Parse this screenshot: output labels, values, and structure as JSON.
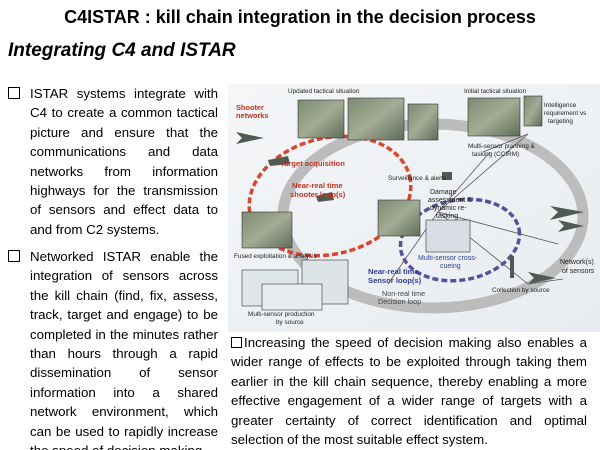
{
  "title": "C4ISTAR : kill chain integration in the decision process",
  "subtitle": "Integrating C4 and ISTAR",
  "bullets": [
    "ISTAR systems integrate with C4 to create a common tactical picture and ensure that the communications and data networks from information highways for the transmission of sensors and effect data to and from C2 systems.",
    "Networked ISTAR enable the integration of sensors across the kill chain (find, fix, assess, track, target and engage) to be completed in the minutes rather than hours through a rapid dissemination of sensor information into a shared network environment, which can be used to rapidly increase the speed of decision making"
  ],
  "bottom_text": "Increasing the speed of decision making also enables a wider range of effects to be exploited through taking them earlier in the kill chain sequence, thereby enabling a more effective engagement of a wider range of targets with a greater certainty of correct identification and optimal selection of the most suitable effect system.",
  "diagram": {
    "labels": {
      "updated": "Updated tactical situation",
      "initial": "Initial tactical situation",
      "shooter_networks_1": "Shooter",
      "shooter_networks_2": "networks",
      "intel_1": "Intelligence",
      "intel_2": "requirement vs",
      "intel_3": "targeting",
      "target_acq": "Target acquisition",
      "nrt_shooter_1": "Near-real time",
      "nrt_shooter_2": "shooter loop(s)",
      "multi_plan_1": "Multi-sensor planning &",
      "multi_plan_2": "tasking (CCIRM)",
      "surveillance": "Surveillance & alerts",
      "damage_1": "Damage",
      "damage_2": "assessment &",
      "damage_3": "dynamic re-",
      "damage_4": "tasking",
      "fused": "Fused exploitation & analysis",
      "cross_1": "Multi-sensor cross-",
      "cross_2": "cueing",
      "nrt_sensor_1": "Near-real time",
      "nrt_sensor_2": "Sensor loop(s)",
      "nonreal_1": "Non-real time",
      "nonreal_2": "Decision loop",
      "network_1": "Network(s)",
      "network_2": "of sensors",
      "collection": "Collection by source",
      "production_1": "Multi-sensor production",
      "production_2": "by source"
    },
    "colors": {
      "shooter_loop": "#d9462e",
      "sensor_loop": "#5a4f9b",
      "decision_loop": "#bcbcbc",
      "label_red": "#c0321f",
      "label_blue": "#2e3f8f"
    }
  }
}
